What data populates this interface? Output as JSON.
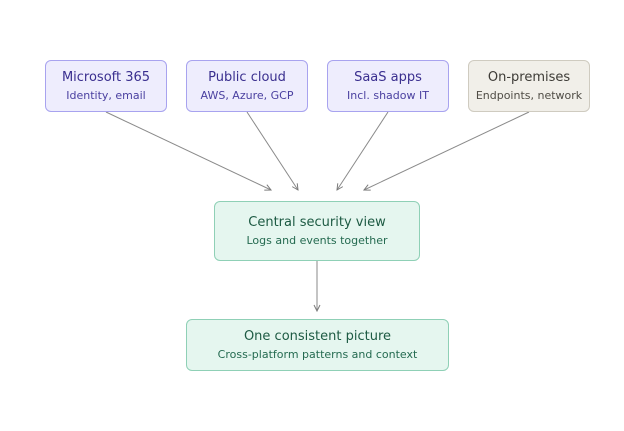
{
  "sources": [
    {
      "title": "Microsoft 365",
      "subtitle": "Identity, email"
    },
    {
      "title": "Public cloud",
      "subtitle": "AWS, Azure, GCP"
    },
    {
      "title": "SaaS apps",
      "subtitle": "Incl. shadow IT"
    },
    {
      "title": "On-premises",
      "subtitle": "Endpoints, network"
    }
  ],
  "central": {
    "title": "Central security view",
    "subtitle": "Logs and events together"
  },
  "result": {
    "title": "One consistent picture",
    "subtitle": "Cross-platform patterns and context"
  },
  "colors": {
    "source_fill": "#eeedfd",
    "source_border": "#a8a3ef",
    "onprem_fill": "#f1efe9",
    "onprem_border": "#cfcbc0",
    "green_fill": "#e5f6ef",
    "green_border": "#8fd0b6",
    "arrow": "#7a7a7a"
  }
}
